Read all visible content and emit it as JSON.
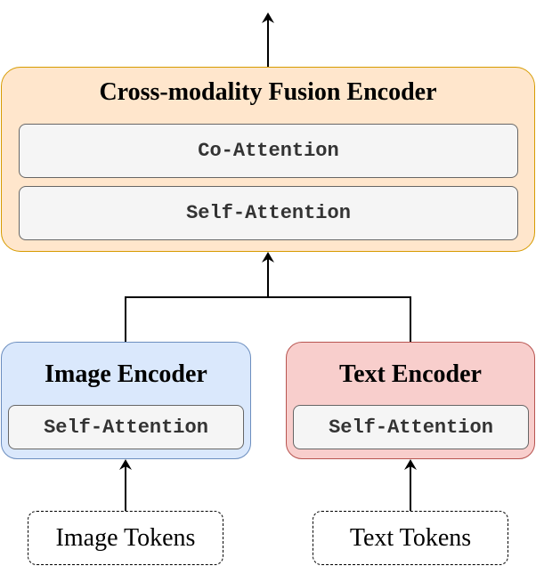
{
  "fusion_encoder": {
    "title": "Cross-modality Fusion Encoder",
    "layers": [
      "Co-Attention",
      "Self-Attention"
    ]
  },
  "image_encoder": {
    "title": "Image Encoder",
    "layer": "Self-Attention"
  },
  "text_encoder": {
    "title": "Text Encoder",
    "layer": "Self-Attention"
  },
  "inputs": {
    "image": "Image Tokens",
    "text": "Text Tokens"
  },
  "colors": {
    "fusion_fill": "#ffe6cc",
    "fusion_stroke": "#d79b00",
    "image_fill": "#dae8fc",
    "image_stroke": "#6c8ebf",
    "text_fill": "#f8cecc",
    "text_stroke": "#b85450",
    "layer_fill": "#f5f5f5",
    "layer_stroke": "#666666"
  }
}
